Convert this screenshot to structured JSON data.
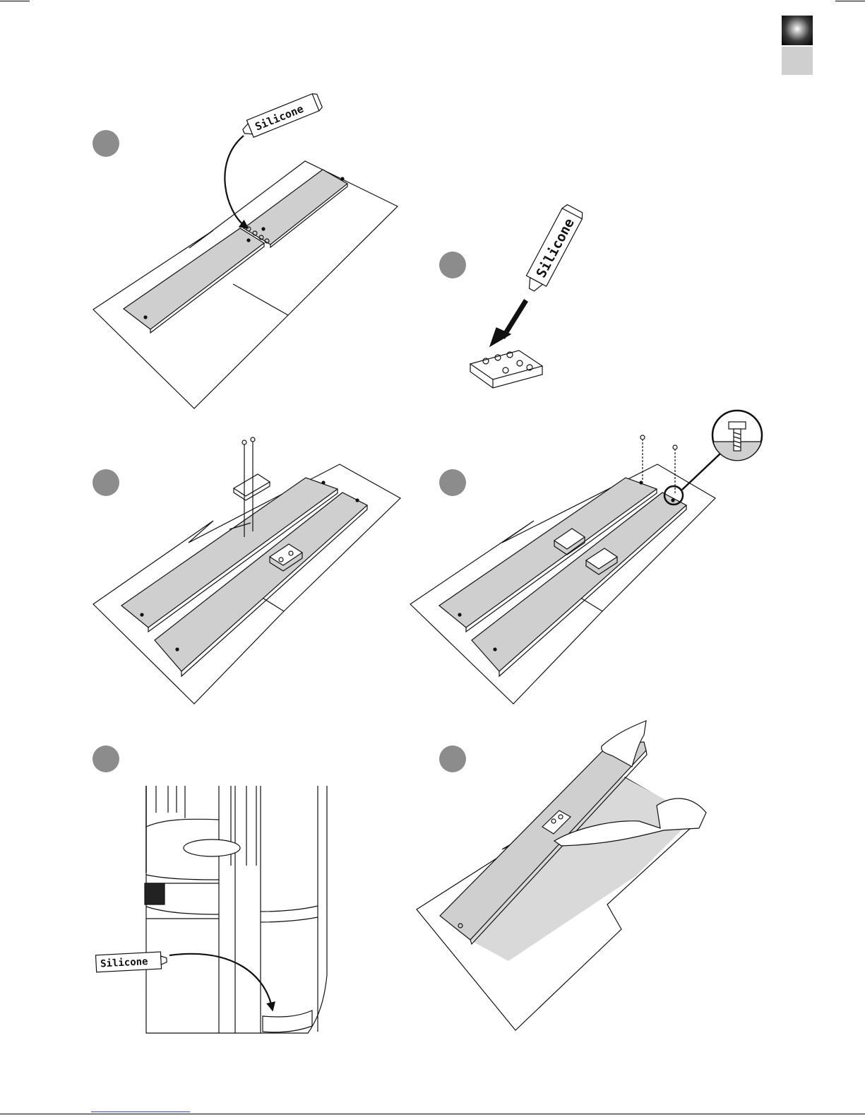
{
  "labels": {
    "silicone_1": "Silicone",
    "silicone_2": "Silicone",
    "silicone_5": "Silicone"
  },
  "colors": {
    "step_marker": "#8c8c8c",
    "board_fill": "#cfcfcf",
    "tab_light": "#cfcfcf",
    "line": "#111111"
  }
}
